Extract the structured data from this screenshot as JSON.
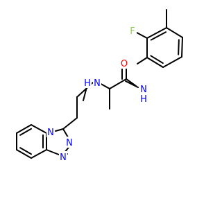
{
  "molecule": {
    "labels": {
      "fluorine": "F",
      "amide_oxygen": "O",
      "amide_nh": "N",
      "amide_h": "H",
      "amine_n": "N",
      "amine_h": "H",
      "triazole_n_bridge": "N",
      "triazole_n_upper": "N",
      "triazole_n_lower": "N"
    },
    "colors": {
      "bond": "#000000",
      "fluorine": "#8fce50",
      "oxygen": "#ff0000",
      "nitrogen": "#0000ff"
    }
  }
}
